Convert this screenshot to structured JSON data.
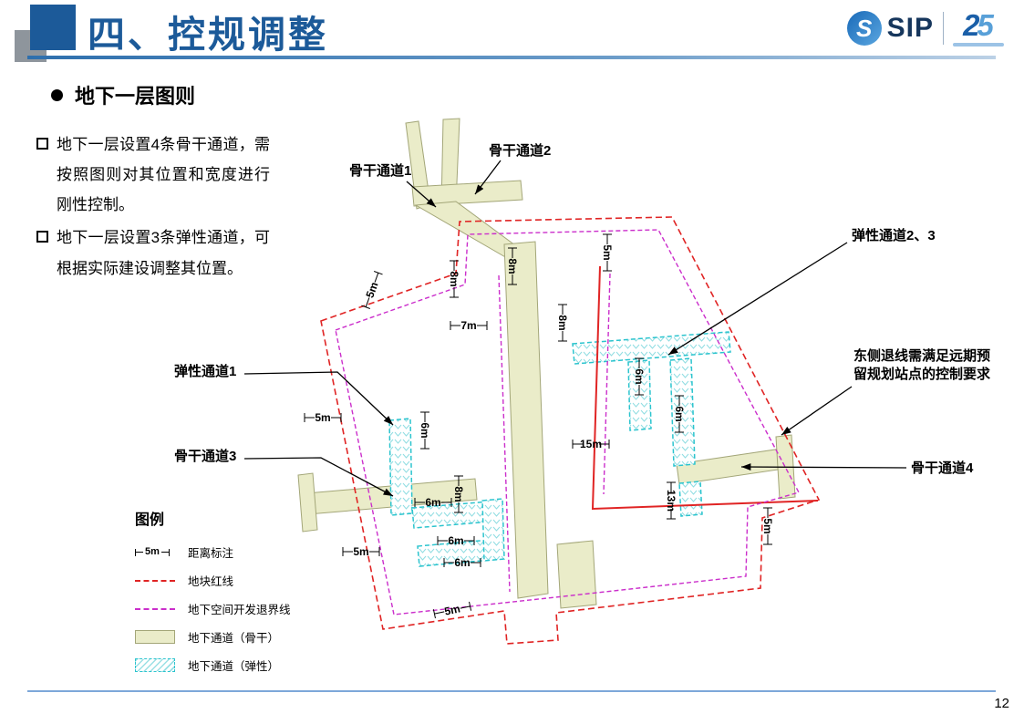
{
  "header": {
    "title": "四、控规调整",
    "logo": {
      "mark": "S",
      "name": "SIP",
      "badge_2": "2",
      "badge_5": "5"
    }
  },
  "section": {
    "title": "地下一层图则"
  },
  "notes": {
    "item1": "地下一层设置4条骨干通道，需按照图则对其位置和宽度进行刚性控制。",
    "item2": "地下一层设置3条弹性通道，可根据实际建设调整其位置。"
  },
  "diagram": {
    "callouts": {
      "trunk1": "骨干通道1",
      "trunk2": "骨干通道2",
      "trunk3": "骨干通道3",
      "trunk4": "骨干通道4",
      "flex1": "弹性通道1",
      "flex23": "弹性通道2、3",
      "east_note": "东侧退线需满足远期预留规划站点的控制要求"
    },
    "dims": [
      "8m",
      "8m",
      "7m",
      "8m",
      "5m",
      "5m",
      "5m",
      "6m",
      "6m",
      "6m",
      "15m",
      "8m",
      "6m",
      "6m",
      "6m",
      "13m",
      "5m",
      "5m",
      "5m"
    ]
  },
  "legend": {
    "title": "图例",
    "items": [
      {
        "sample": "5m",
        "label": "距离标注"
      },
      {
        "label": "地块红线"
      },
      {
        "label": "地下空间开发退界线"
      },
      {
        "label": "地下通道（骨干）"
      },
      {
        "label": "地下通道（弹性）"
      }
    ]
  },
  "footer": {
    "page": "12"
  }
}
